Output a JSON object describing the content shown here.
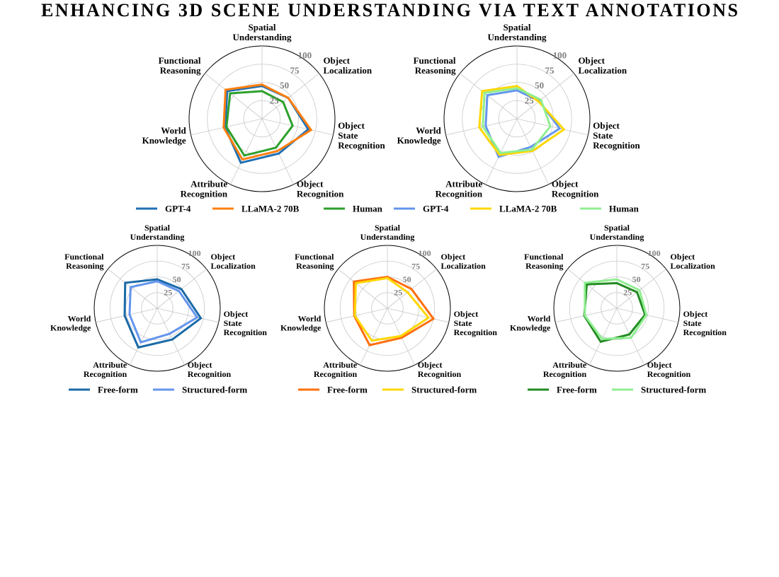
{
  "title": "ENHANCING 3D SCENE UNDERSTANDING VIA TEXT ANNOTATIONS",
  "chart_data": [
    {
      "type": "radar",
      "axes": [
        [
          "Spatial",
          "Understanding"
        ],
        [
          "Object",
          "Localization"
        ],
        [
          "Object",
          "State",
          "Recognition"
        ],
        [
          "Object",
          "Recognition"
        ],
        [
          "Attribute",
          "Recognition"
        ],
        [
          "World",
          "Knowledge"
        ],
        [
          "Functional",
          "Reasoning"
        ]
      ],
      "rlim": [
        0,
        100
      ],
      "ticks": [
        "25",
        "50",
        "75",
        "100"
      ],
      "grid": true,
      "series": [
        {
          "name": "GPT-4",
          "color": "#1f6fb4",
          "values": [
            45,
            46,
            65,
            53,
            67,
            52,
            61
          ]
        },
        {
          "name": "LLaMA-2 70B",
          "color": "#ff7f0e",
          "values": [
            47,
            46,
            69,
            49,
            62,
            54,
            64
          ]
        },
        {
          "name": "Human",
          "color": "#2ca02c",
          "values": [
            38,
            37,
            43,
            44,
            56,
            50,
            56
          ]
        }
      ]
    },
    {
      "type": "radar",
      "axes": [
        [
          "Spatial",
          "Understanding"
        ],
        [
          "Object",
          "Localization"
        ],
        [
          "Object",
          "State",
          "Recognition"
        ],
        [
          "Object",
          "Recognition"
        ],
        [
          "Attribute",
          "Recognition"
        ],
        [
          "World",
          "Knowledge"
        ],
        [
          "Functional",
          "Reasoning"
        ]
      ],
      "rlim": [
        0,
        100
      ],
      "ticks": [
        "25",
        "50",
        "75",
        "100"
      ],
      "grid": true,
      "series": [
        {
          "name": "GPT-4",
          "color": "#6495ed",
          "values": [
            39,
            39,
            60,
            43,
            58,
            44,
            52
          ]
        },
        {
          "name": "LLaMA-2 70B",
          "color": "#ffd700",
          "values": [
            45,
            38,
            66,
            49,
            55,
            53,
            61
          ]
        },
        {
          "name": "Human",
          "color": "#90ee90",
          "values": [
            42,
            42,
            47,
            47,
            52,
            48,
            57
          ]
        }
      ]
    },
    {
      "type": "radar",
      "axes": [
        [
          "Spatial",
          "Understanding"
        ],
        [
          "Object",
          "Localization"
        ],
        [
          "Object",
          "State",
          "Recognition"
        ],
        [
          "Object",
          "Recognition"
        ],
        [
          "Attribute",
          "Recognition"
        ],
        [
          "World",
          "Knowledge"
        ],
        [
          "Functional",
          "Reasoning"
        ]
      ],
      "rlim": [
        0,
        100
      ],
      "ticks": [
        "25",
        "50",
        "75",
        "100"
      ],
      "grid": true,
      "series": [
        {
          "name": "Free-form",
          "color": "#1a6aa8",
          "values": [
            46,
            49,
            71,
            55,
            69,
            53,
            65
          ]
        },
        {
          "name": "Structured-form",
          "color": "#6495ed",
          "values": [
            43,
            44,
            65,
            45,
            60,
            45,
            54
          ]
        }
      ]
    },
    {
      "type": "radar",
      "axes": [
        [
          "Spatial",
          "Understanding"
        ],
        [
          "Object",
          "Localization"
        ],
        [
          "Object",
          "State",
          "Recognition"
        ],
        [
          "Object",
          "Recognition"
        ],
        [
          "Attribute",
          "Recognition"
        ],
        [
          "World",
          "Knowledge"
        ],
        [
          "Functional",
          "Reasoning"
        ]
      ],
      "rlim": [
        0,
        100
      ],
      "ticks": [
        "25",
        "50",
        "75",
        "100"
      ],
      "grid": true,
      "series": [
        {
          "name": "Free-form",
          "color": "#ff6f0e",
          "values": [
            50,
            49,
            75,
            52,
            65,
            54,
            68
          ]
        },
        {
          "name": "Structured-form",
          "color": "#ffd700",
          "values": [
            48,
            41,
            67,
            49,
            57,
            53,
            64
          ]
        }
      ]
    },
    {
      "type": "radar",
      "axes": [
        [
          "Spatial",
          "Understanding"
        ],
        [
          "Object",
          "Localization"
        ],
        [
          "Object",
          "State",
          "Recognition"
        ],
        [
          "Object",
          "Recognition"
        ],
        [
          "Attribute",
          "Recognition"
        ],
        [
          "World",
          "Knowledge"
        ],
        [
          "Functional",
          "Reasoning"
        ]
      ],
      "rlim": [
        0,
        100
      ],
      "ticks": [
        "25",
        "50",
        "75",
        "100"
      ],
      "grid": true,
      "series": [
        {
          "name": "Free-form",
          "color": "#228b22",
          "values": [
            40,
            41,
            46,
            46,
            59,
            53,
            61
          ]
        },
        {
          "name": "Structured-form",
          "color": "#90ee90",
          "values": [
            46,
            46,
            48,
            52,
            54,
            52,
            65
          ]
        }
      ]
    }
  ]
}
